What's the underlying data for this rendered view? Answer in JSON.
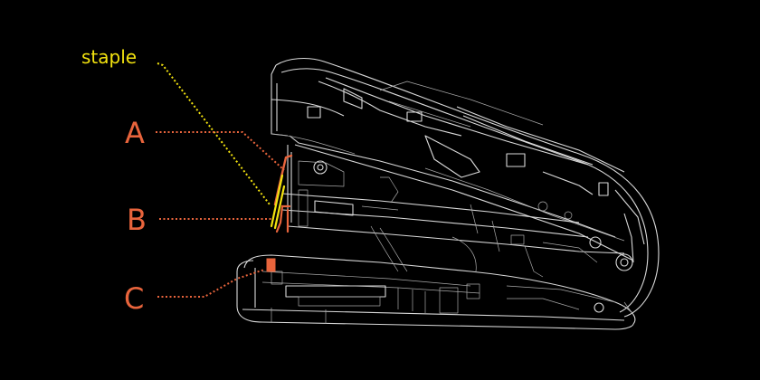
{
  "labels": {
    "staple": "staple",
    "a": "A",
    "b": "B",
    "c": "C"
  },
  "colors": {
    "background": "#000000",
    "outline": "#d9d9d9",
    "staple": "#f2e20f",
    "highlight": "#e8643c"
  }
}
